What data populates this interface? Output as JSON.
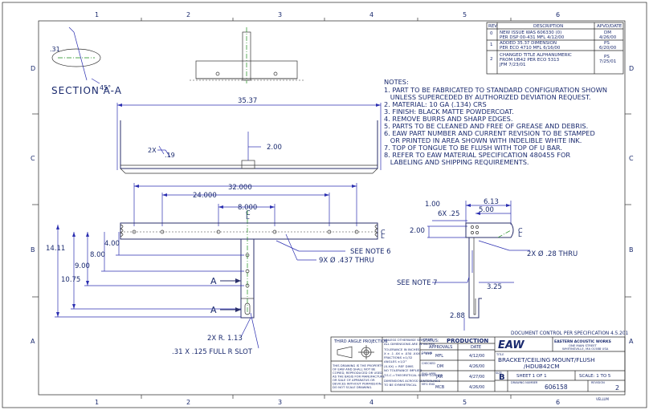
{
  "grid": {
    "columns": [
      "1",
      "2",
      "3",
      "4",
      "5",
      "6"
    ],
    "rows": [
      "D",
      "C",
      "B",
      "A"
    ]
  },
  "section": {
    "title": "SECTION A-A",
    "dim_thickness": ".31",
    "dim_angle": "45°"
  },
  "notes": {
    "heading": "NOTES:",
    "lines": [
      "1. PART TO BE FABRICATED TO STANDARD CONFIGURATION SHOWN",
      "   UNLESS SUPERCEDED BY AUTHORIZED DEVIATION REQUEST.",
      "2. MATERIAL: 10 GA (.134) CRS",
      "3. FINISH: BLACK MATTE POWDERCOAT.",
      "4. REMOVE BURRS AND SHARP EDGES.",
      "5. PARTS TO BE CLEANED AND FREE OF GREASE AND DEBRIS.",
      "6. EAW PART NUMBER AND CURRENT REVISION TO BE STAMPED",
      "   OR PRINTED IN AREA SHOWN WITH INDELIBLE WHITE INK.",
      "7. TOP OF TONGUE TO BE FLUSH WITH TOP OF U BAR.",
      "8. REFER TO EAW MATERIAL SPECIFICATION 480455 FOR",
      "   LABELING AND SHIPPING REQUIREMENTS."
    ]
  },
  "revisions": {
    "headers": [
      "REV",
      "DESCRIPTION",
      "APVD/DATE"
    ],
    "rows": [
      {
        "rev": "0",
        "desc1": "NEW ISSUE WAS 606330 (0)",
        "desc2": "PER DSP 00-431 MFL 4/12/00",
        "apvd1": "DM",
        "apvd2": "4/26/00"
      },
      {
        "rev": "1",
        "desc1": "ADDED 35.37 DIMENSION",
        "desc2": "PER ECO 4710 MFL 6/16/00",
        "apvd1": "PS",
        "apvd2": "6/20/00"
      },
      {
        "rev": "2",
        "desc1": "CHANGED TITLE ALPHANUMERIC",
        "desc2": "FROM UB42 PER ECO 5313",
        "desc3": "JFM 7/23/01",
        "apvd1": "PS",
        "apvd2": "7/25/01"
      }
    ]
  },
  "dims": {
    "overall_top": "35.37",
    "tab_width": "2.00",
    "edge_note": "2X",
    "edge_dim": ".19",
    "d32": "32.000",
    "d24": "24.000",
    "d8": "8.000",
    "cl": "C\nL",
    "h1411": "14.11",
    "h1075": "10.75",
    "h900": "9.00",
    "h800": "8.00",
    "h400": "4.00",
    "see_note6": "SEE NOTE 6",
    "holes": "9X Ø .437 THRU",
    "radius": "2X R. 1.13",
    "slot": ".31 X .125 FULL R SLOT",
    "a_label": "A",
    "side_613": "6.13",
    "side_500": "5.00",
    "side_100": "1.00",
    "side_6x25": "6X .25",
    "side_200": "2.00",
    "side_holes": "2X Ø .28 THRU",
    "see_note7": "SEE NOTE 7",
    "side_325": "3.25",
    "side_288": "2.88"
  },
  "title_block": {
    "doc_control": "DOCUMENT CONTROL PER SPECIFICATION 4.5.201",
    "projection": "THIRD ANGLE PROJECTION",
    "tolerance_lines": [
      "UNLESS OTHERWISE SPECIFIED,",
      "ALL DIMENSIONS ARE IN INCHES",
      "TOLERANCE IN INCHES",
      "X ± .1   .XX ± .030   .XXX ± .010",
      "FRACTIONS ±1/32",
      "ANGLES ±1/2°",
      "(X.XX) = REF DIMS",
      "NO TOLERANCE IMPLIED",
      "T.S.C.=THEORETICAL SHARP CORNER",
      "DIMENSIONS ACROSS CENTERLINES",
      "TO BE SYMMETRICAL"
    ],
    "property_lines": [
      "THIS DRAWING IS THE PROPERTY",
      "OF EAW AND SHALL NOT BE",
      "COPIED, REPRODUCED OR USED",
      "AS THE BASIS FOR MANUFACTURE",
      "OR SALE OF APPARATUS OR",
      "DEVICES WITHOUT PERMISSION.",
      "DO NOT SCALE DRAWING."
    ],
    "status_label": "STATUS:",
    "status_value": "PRODUCTION",
    "approvals_header": "APPROVALS",
    "date_header": "DATE",
    "approvals": [
      {
        "role": "DRAWN",
        "name": "MFL",
        "date": "4/12/00"
      },
      {
        "role": "CHECKED",
        "name": "DM",
        "date": "4/26/00"
      },
      {
        "role": "ENG APPR",
        "name": "JAR",
        "date": "4/27/00"
      },
      {
        "role": "MFG ENG",
        "name": "MCB",
        "date": "4/26/00"
      }
    ],
    "logo": "EAW",
    "company": "EASTERN ACOUSTIC WORKS",
    "address1": "ONE MAIN STREET",
    "address2": "WHITINSVILLE, MA  01588  USA",
    "title_label": "TITLE",
    "title1": "BRACKET/CEILING MOUNT/FLUSH",
    "title2": "/HDUB42CM",
    "size_label": "SIZE",
    "size": "B",
    "sheet": "SHEET 1 OF 1",
    "scale": "SCALE: 1 TO 5",
    "drawing_number_label": "DRAWING NUMBER",
    "drawing_number": "606158",
    "revision_label": "REVISION",
    "revision": "2",
    "bottom_note": "VELLUM"
  }
}
